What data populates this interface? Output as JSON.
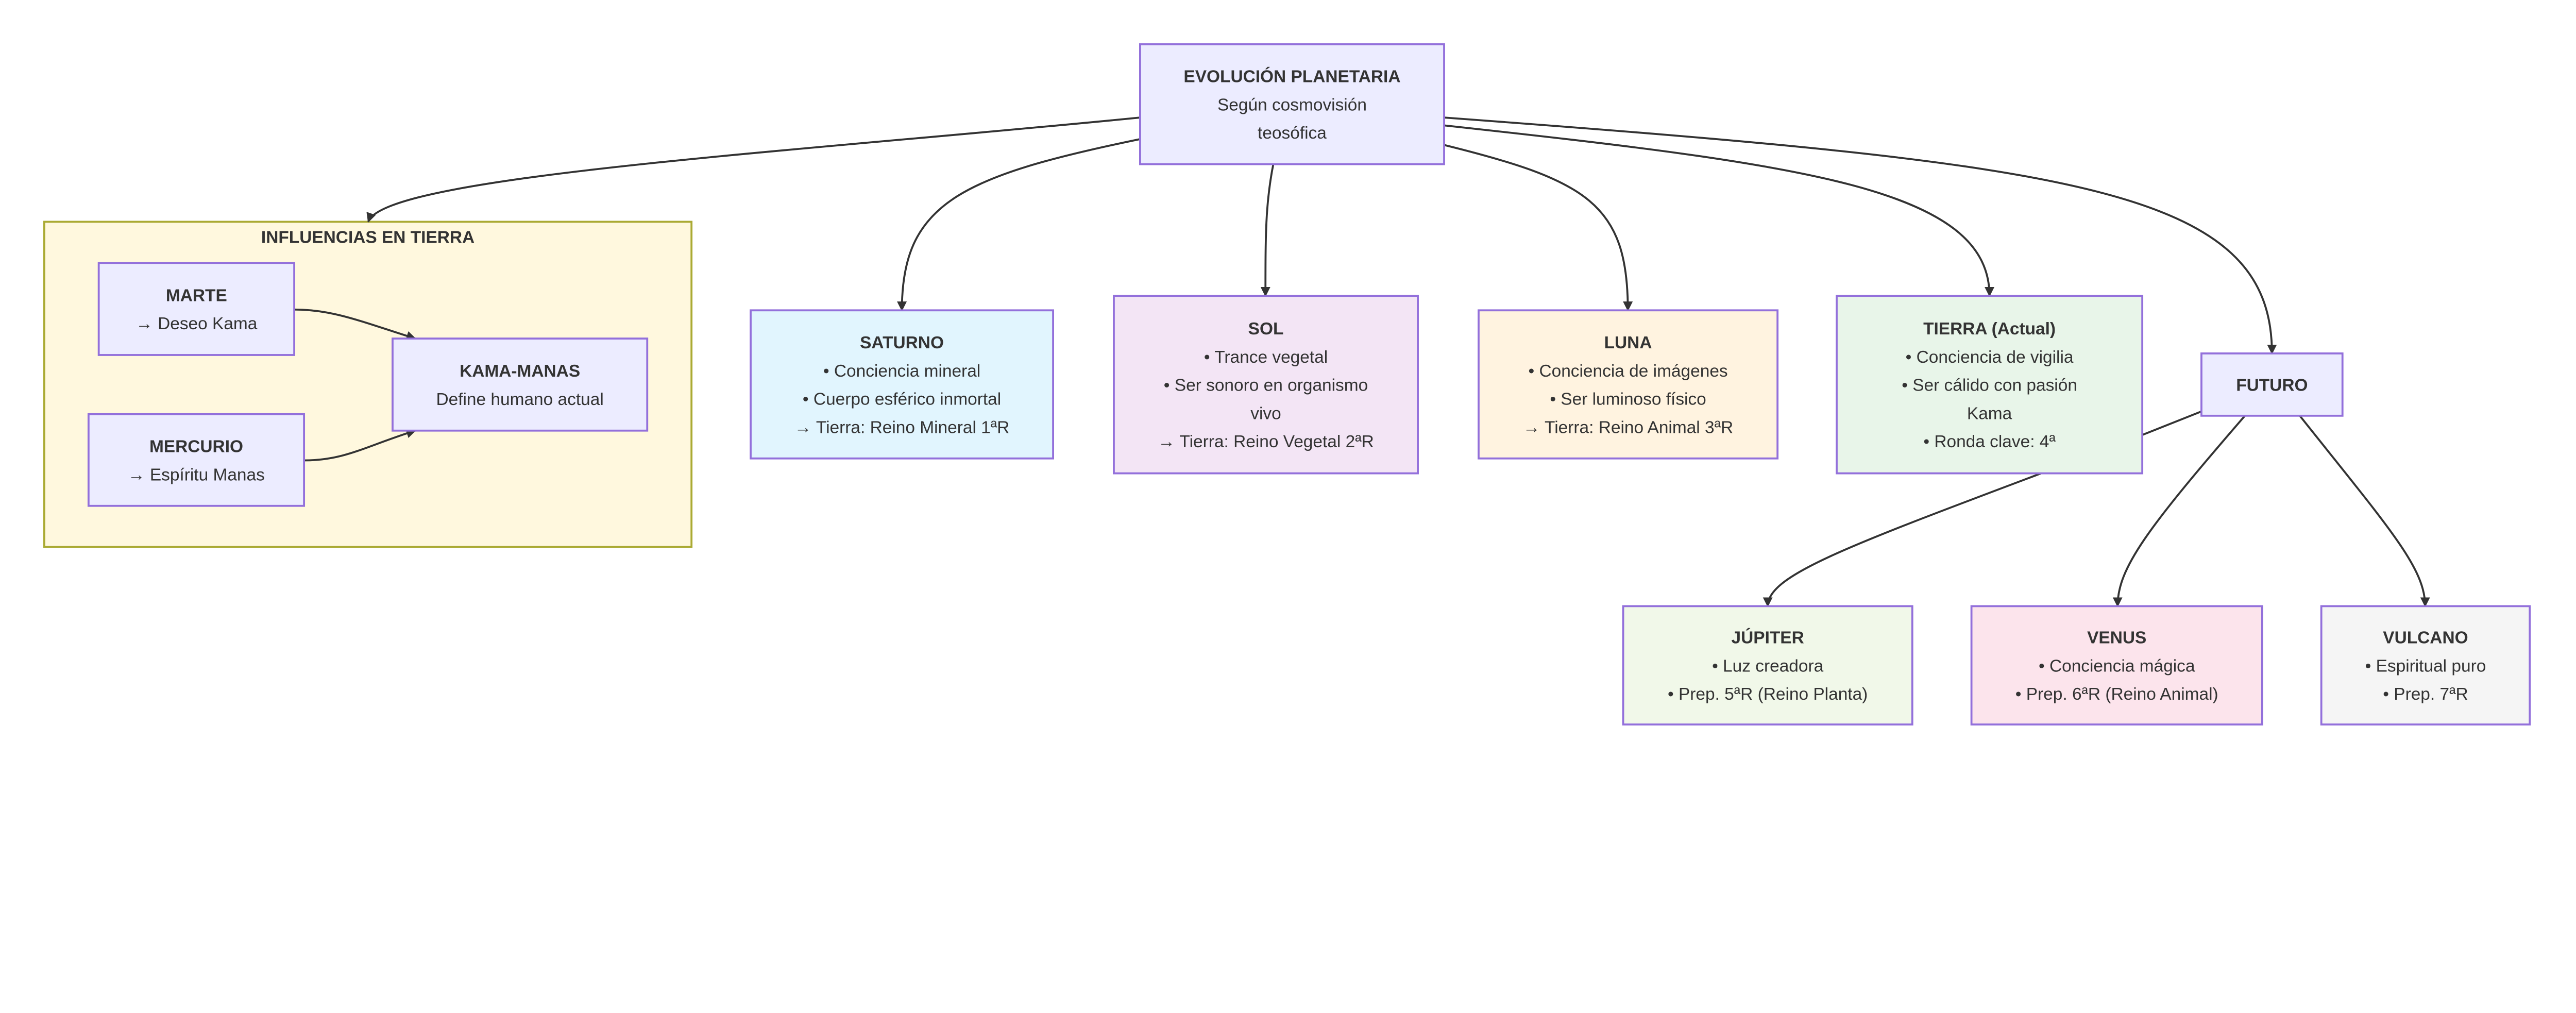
{
  "diagram": {
    "cluster": {
      "label": "INFLUENCIAS EN TIERRA",
      "fill": "#FFF8DE",
      "stroke": "#AAAA33"
    },
    "nodes": [
      {
        "id": "evolucion",
        "title": "EVOLUCIÓN PLANETARIA",
        "lines": [
          "Según cosmovisión",
          "teosófica"
        ],
        "fill": "#ECECFF"
      },
      {
        "id": "marte",
        "title": "MARTE",
        "lines": [
          "→ Deseo Kama"
        ],
        "fill": "#ECECFF"
      },
      {
        "id": "mercurio",
        "title": "MERCURIO",
        "lines": [
          "→ Espíritu Manas"
        ],
        "fill": "#ECECFF"
      },
      {
        "id": "kamamanas",
        "title": "KAMA-MANAS",
        "lines": [
          "Define humano actual"
        ],
        "fill": "#ECECFF"
      },
      {
        "id": "saturno",
        "title": "SATURNO",
        "lines": [
          "• Conciencia mineral",
          "• Cuerpo esférico inmortal",
          "→ Tierra: Reino Mineral 1ªR"
        ],
        "fill": "#E1F5FE"
      },
      {
        "id": "sol",
        "title": "SOL",
        "lines": [
          "• Trance vegetal",
          "• Ser sonoro en organismo",
          "vivo",
          "→ Tierra: Reino Vegetal 2ªR"
        ],
        "fill": "#F3E5F5"
      },
      {
        "id": "luna",
        "title": "LUNA",
        "lines": [
          "• Conciencia de imágenes",
          "• Ser luminoso físico",
          "→ Tierra: Reino Animal 3ªR"
        ],
        "fill": "#FFF3E0"
      },
      {
        "id": "tierra",
        "title": "TIERRA (Actual)",
        "lines": [
          "• Conciencia de vigilia",
          "• Ser cálido con pasión",
          "Kama",
          "• Ronda clave: 4ª"
        ],
        "fill": "#E8F5E9"
      },
      {
        "id": "futuro",
        "title": "FUTURO",
        "lines": [],
        "fill": "#ECECFF"
      },
      {
        "id": "jupiter",
        "title": "JÚPITER",
        "lines": [
          "• Luz creadora",
          "• Prep. 5ªR (Reino Planta)"
        ],
        "fill": "#F1F8E9"
      },
      {
        "id": "venus",
        "title": "VENUS",
        "lines": [
          "• Conciencia mágica",
          "• Prep. 6ªR (Reino Animal)"
        ],
        "fill": "#FCE4EC"
      },
      {
        "id": "vulcano",
        "title": "VULCANO",
        "lines": [
          "• Espiritual puro",
          "• Prep. 7ªR"
        ],
        "fill": "#F5F5F5"
      }
    ],
    "edges": [
      {
        "from": "evolucion",
        "to": "influencias"
      },
      {
        "from": "evolucion",
        "to": "saturno"
      },
      {
        "from": "evolucion",
        "to": "sol"
      },
      {
        "from": "evolucion",
        "to": "luna"
      },
      {
        "from": "evolucion",
        "to": "tierra"
      },
      {
        "from": "evolucion",
        "to": "futuro"
      },
      {
        "from": "marte",
        "to": "kamamanas"
      },
      {
        "from": "mercurio",
        "to": "kamamanas"
      },
      {
        "from": "futuro",
        "to": "jupiter"
      },
      {
        "from": "futuro",
        "to": "venus"
      },
      {
        "from": "futuro",
        "to": "vulcano"
      }
    ]
  }
}
